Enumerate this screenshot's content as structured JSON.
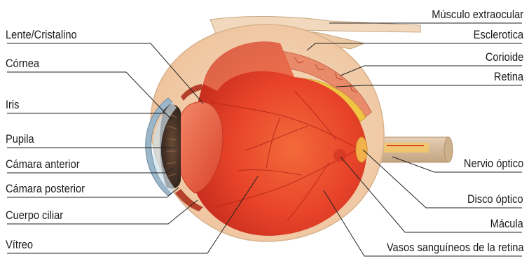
{
  "diagram": {
    "labels_left": {
      "lente": "Lente/Cristalino",
      "cornea": "Córnea",
      "iris": "Iris",
      "pupila": "Pupila",
      "camara_anterior": "Cámara anterior",
      "camara_posterior": "Cámara posterior",
      "cuerpo_ciliar": "Cuerpo ciliar",
      "vitreo": "Vítreo"
    },
    "labels_right": {
      "musculo": "Músculo extraocular",
      "esclerotica": "Esclerotica",
      "corioide": "Corioide",
      "retina": "Retina",
      "nervio": "Nervio óptico",
      "disco": "Disco óptico",
      "macula": "Mácula",
      "vasos": "Vasos sanguíneos de la retina"
    },
    "colors": {
      "sclera_outer": "#f3d3b1",
      "vitreous": "#e8442a",
      "vitreous_dark": "#c92f1d",
      "retina_yellow": "#f0c543",
      "lens": "#ef6a4e",
      "iris_dark": "#3b2a22",
      "cornea_blue": "#9ab6c8",
      "line": "#222222"
    }
  }
}
